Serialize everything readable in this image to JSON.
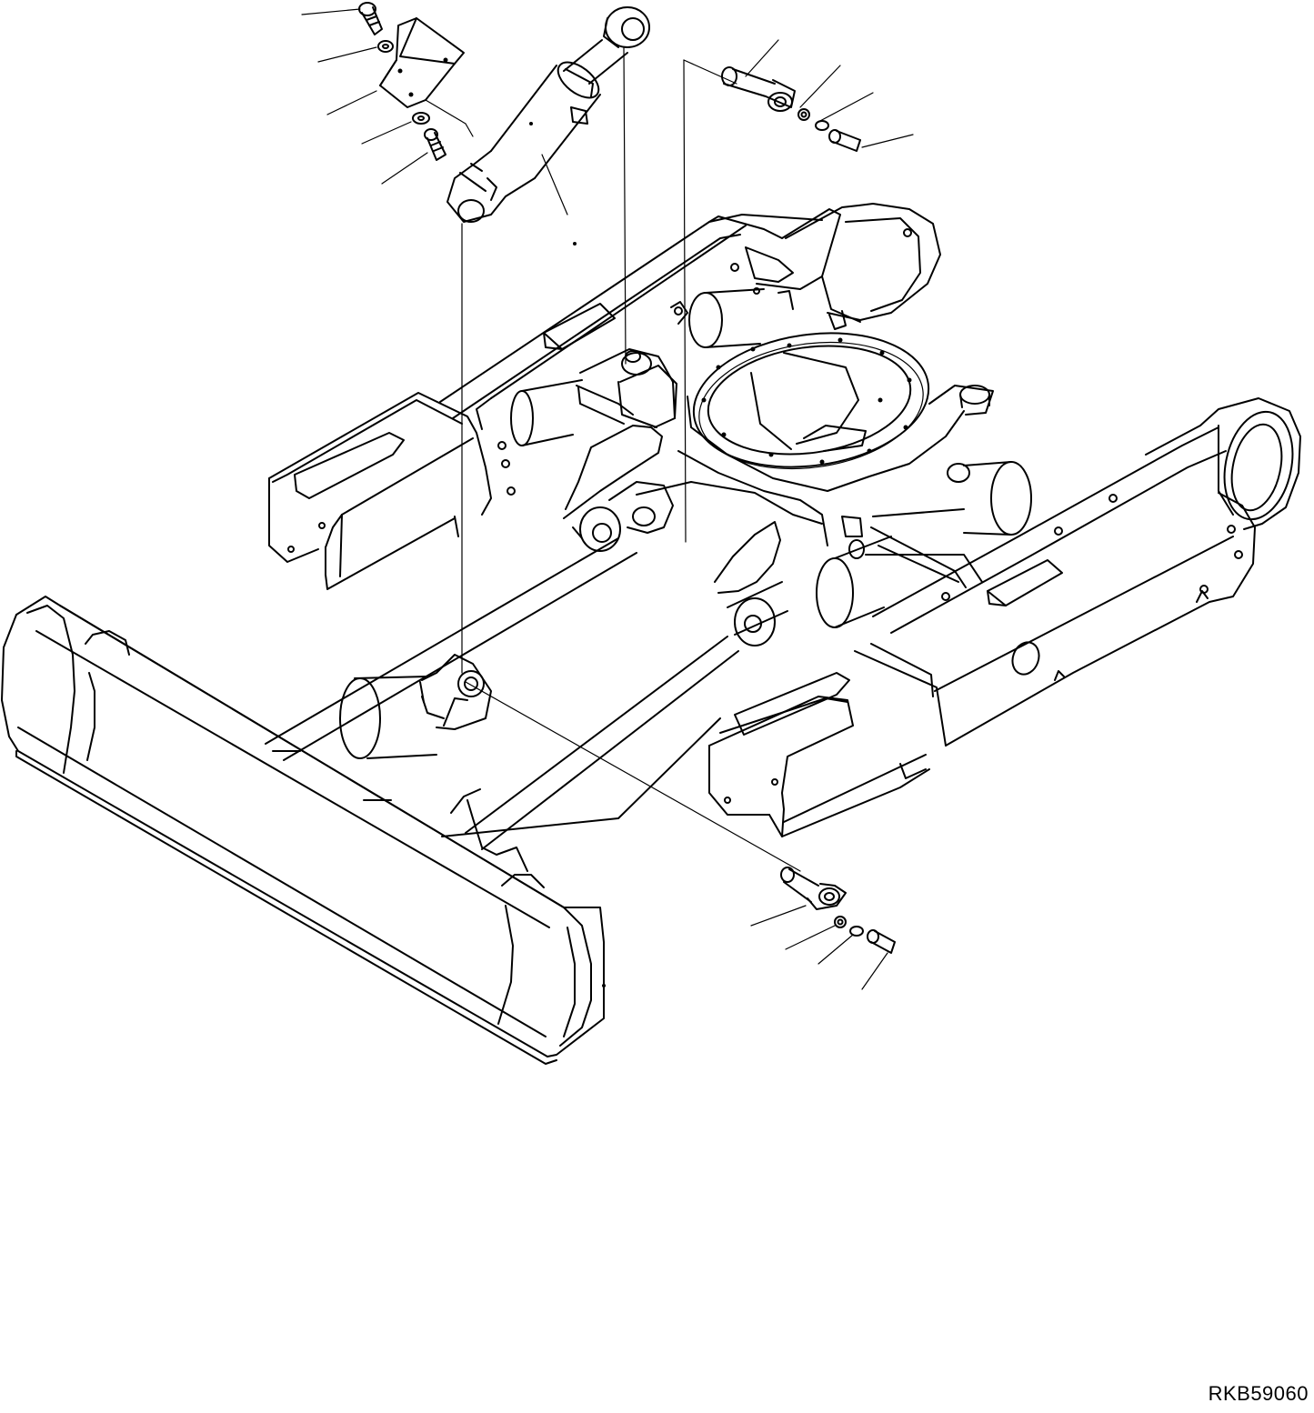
{
  "drawing": {
    "id": "RKB59060",
    "parts": [
      "bolt-top",
      "washer-top",
      "cylinder-bracket",
      "washer-lower",
      "bolt-lower",
      "blade-lift-cylinder",
      "upper-pin",
      "upper-nut",
      "upper-washer",
      "upper-bolt",
      "lower-pin",
      "lower-nut",
      "lower-washer",
      "lower-bolt",
      "track-frame",
      "dozer-blade",
      "swing-circle"
    ]
  }
}
